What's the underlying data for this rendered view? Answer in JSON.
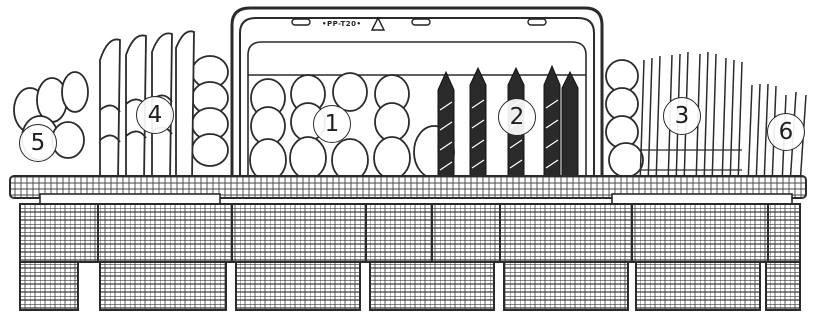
{
  "image": {
    "subject": "Dishwasher cutlery basket with numbered loading positions",
    "handle_imprint": "•PP-T20•",
    "recycle_icon": "recycle-icon"
  },
  "callouts": [
    {
      "id": "1",
      "label": "1"
    },
    {
      "id": "2",
      "label": "2"
    },
    {
      "id": "3",
      "label": "3"
    },
    {
      "id": "4",
      "label": "4"
    },
    {
      "id": "5",
      "label": "5"
    },
    {
      "id": "6",
      "label": "6"
    }
  ],
  "colors": {
    "basket": "#3a3a3a",
    "utensil_fill": "#ffffff",
    "utensil_stroke": "#2b2b2b",
    "fork_fill": "#2a2a2a"
  }
}
